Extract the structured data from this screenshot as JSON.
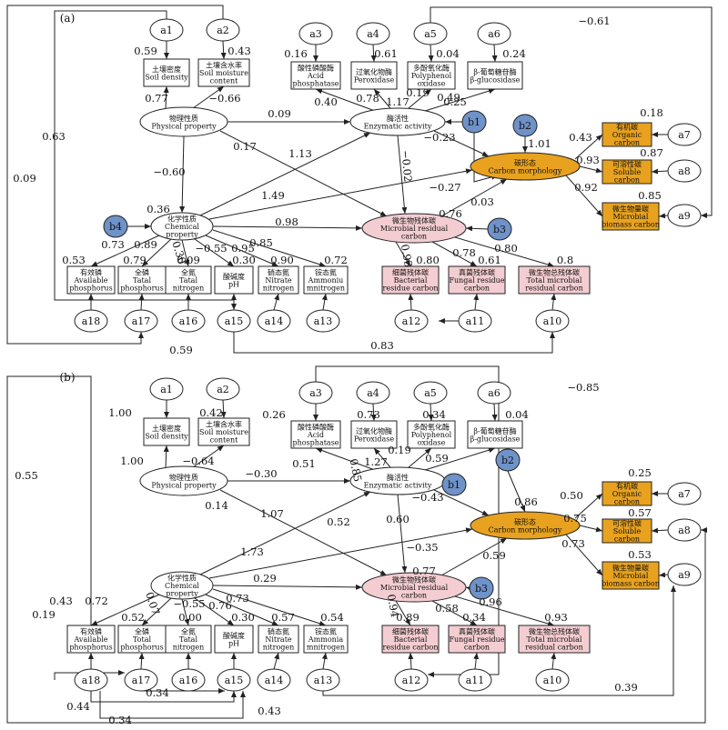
{
  "colors": {
    "line": "#222222",
    "latent_orange": "#e8a21f",
    "indicator_pink": "#f3cdd1",
    "disturbance_blue": "#6f92c9",
    "white": "#ffffff"
  },
  "panels": [
    {
      "label": "(a)",
      "errors": [
        {
          "id": "a1",
          "label": "a1"
        },
        {
          "id": "a2",
          "label": "a2"
        },
        {
          "id": "a3",
          "label": "a3"
        },
        {
          "id": "a4",
          "label": "a4"
        },
        {
          "id": "a5",
          "label": "a5"
        },
        {
          "id": "a6",
          "label": "a6"
        },
        {
          "id": "a7",
          "label": "a7"
        },
        {
          "id": "a8",
          "label": "a8"
        },
        {
          "id": "a9",
          "label": "a9"
        },
        {
          "id": "a10",
          "label": "a10"
        },
        {
          "id": "a11",
          "label": "a11"
        },
        {
          "id": "a12",
          "label": "a12"
        },
        {
          "id": "a13",
          "label": "a13"
        },
        {
          "id": "a14",
          "label": "a14"
        },
        {
          "id": "a15",
          "label": "a15"
        },
        {
          "id": "a16",
          "label": "a16"
        },
        {
          "id": "a17",
          "label": "a17"
        },
        {
          "id": "a18",
          "label": "a18"
        }
      ],
      "disturbances": [
        {
          "id": "b1",
          "label": "b1"
        },
        {
          "id": "b2",
          "label": "b2"
        },
        {
          "id": "b3",
          "label": "b3"
        },
        {
          "id": "b4",
          "label": "b4"
        }
      ],
      "latents": [
        {
          "id": "phys",
          "cn": "物理性质",
          "en": "Physical property",
          "en2": ""
        },
        {
          "id": "enz",
          "cn": "酶活性",
          "en": "Enzymatic activity",
          "en2": ""
        },
        {
          "id": "carb",
          "cn": "碳形态",
          "en": "Carbon morphology",
          "en2": ""
        },
        {
          "id": "chem",
          "cn": "化学性质",
          "en": "Chemical",
          "en2": "property"
        },
        {
          "id": "mrc",
          "cn": "微生物残体碳",
          "en": "Microbial residual",
          "en2": "carbon"
        }
      ],
      "indicators": [
        {
          "id": "sd",
          "cn": "土壤密度",
          "en": "Soil density",
          "en2": "",
          "r2": "0.59"
        },
        {
          "id": "smc",
          "cn": "土壤含水率",
          "en": "Soil moisture",
          "en2": "content",
          "r2": "0.43"
        },
        {
          "id": "acp",
          "cn": "酸性磷酸酶",
          "en": "Acid",
          "en2": "phosphatase",
          "r2": "0.16"
        },
        {
          "id": "per",
          "cn": "过氧化物酶",
          "en": "Peroxidase",
          "en2": "",
          "r2": "0.61"
        },
        {
          "id": "ppo",
          "cn": "多酚氧化酶",
          "en": "Polyphenol",
          "en2": "oxidase",
          "r2": "0.04"
        },
        {
          "id": "bg",
          "cn": "β-葡萄糖苷酶",
          "en": "β-glucosidase",
          "en2": "",
          "r2": "0.24"
        },
        {
          "id": "oc",
          "cn": "有机碳",
          "en": "Organic",
          "en2": "carbon",
          "r2": "0.18"
        },
        {
          "id": "sc",
          "cn": "可溶性碳",
          "en": "Soluble",
          "en2": "carbon",
          "r2": "0.87"
        },
        {
          "id": "mbc",
          "cn": "微生物量碳",
          "en": "Microbial",
          "en2": "biomass carbon",
          "r2": "0.85"
        },
        {
          "id": "ap",
          "cn": "有效磷",
          "en": "Available",
          "en2": "phosphorus",
          "r2": "0.53"
        },
        {
          "id": "tp",
          "cn": "全磷",
          "en": "Tatal",
          "en2": "phosphorus",
          "r2": "0.79"
        },
        {
          "id": "tn",
          "cn": "全氮",
          "en": "Tatal",
          "en2": "nitrogen",
          "r2": "0.09"
        },
        {
          "id": "ph",
          "cn": "酸碱度",
          "en": "pH",
          "en2": "",
          "r2": "0.30"
        },
        {
          "id": "nn",
          "cn": "硝态氮",
          "en": "Nitrate",
          "en2": "nitrogen",
          "r2": "0.90"
        },
        {
          "id": "an",
          "cn": "铵态氮",
          "en": "Ammoniu",
          "en2": "mnitrogen",
          "r2": "0.72"
        },
        {
          "id": "brc",
          "cn": "细菌残体碳",
          "en": "Bacterial",
          "en2": "residue carbon",
          "r2": "0.80"
        },
        {
          "id": "frc",
          "cn": "真菌残体碳",
          "en": "Fungal residue",
          "en2": "carbon",
          "r2": "0.61"
        },
        {
          "id": "tmrc",
          "cn": "微生物总残体碳",
          "en": "Total microbial",
          "en2": "residual carbon",
          "r2": "0.8"
        }
      ],
      "latent_r2": {
        "enz": "0.25",
        "carb": "1.01",
        "chem": "0.36",
        "mrc": "0.76"
      },
      "paths": [
        {
          "from": "phys",
          "to": "sd",
          "coef": "0.77"
        },
        {
          "from": "phys",
          "to": "smc",
          "coef": "−0.66"
        },
        {
          "from": "phys",
          "to": "enz",
          "coef": "0.09"
        },
        {
          "from": "phys",
          "to": "chem",
          "coef": "−0.60"
        },
        {
          "from": "phys",
          "to": "mrc",
          "coef": "0.17"
        },
        {
          "from": "enz",
          "to": "acp",
          "coef": "0.40"
        },
        {
          "from": "enz",
          "to": "per",
          "coef": "0.78"
        },
        {
          "from": "enz",
          "to": "ppo",
          "coef": "1.17"
        },
        {
          "from": "enz",
          "to": "bg",
          "coef": "0.49"
        },
        {
          "from": "enz",
          "to": "ppo_b",
          "coef": "0.19"
        },
        {
          "from": "enz",
          "to": "carb",
          "coef": "−0.23"
        },
        {
          "from": "enz",
          "to": "mrc",
          "coef": "−0.02"
        },
        {
          "from": "carb",
          "to": "oc",
          "coef": "0.43"
        },
        {
          "from": "carb",
          "to": "sc",
          "coef": "0.93"
        },
        {
          "from": "carb",
          "to": "mbc",
          "coef": "0.92"
        },
        {
          "from": "chem",
          "to": "enz",
          "coef": "1.13"
        },
        {
          "from": "chem",
          "to": "carb",
          "coef": "1.49"
        },
        {
          "from": "chem",
          "to": "mrc",
          "coef": "0.98"
        },
        {
          "from": "chem",
          "to": "ap",
          "coef": "0.73"
        },
        {
          "from": "chem",
          "to": "tp",
          "coef": "0.89"
        },
        {
          "from": "chem",
          "to": "tn",
          "coef": "0.30"
        },
        {
          "from": "chem",
          "to": "ph",
          "coef": "−0.55"
        },
        {
          "from": "chem",
          "to": "nn",
          "coef": "0.95"
        },
        {
          "from": "chem",
          "to": "an",
          "coef": "0.85"
        },
        {
          "from": "mrc",
          "to": "carb",
          "coef": "−0.27"
        },
        {
          "from": "mrc",
          "to": "brc",
          "coef": "0.93"
        },
        {
          "from": "mrc",
          "to": "frc",
          "coef": "0.78"
        },
        {
          "from": "mrc",
          "to": "tmrc",
          "coef": "0.80"
        },
        {
          "from": "b1",
          "to": "carb",
          "coef": "0.03"
        }
      ],
      "covariances": [
        {
          "a": "a1",
          "b": "a15",
          "coef": "0.63"
        },
        {
          "a": "a2",
          "b": "a15",
          "coef": "0.09"
        },
        {
          "a": "a5",
          "b": "a9",
          "coef": "−0.61"
        },
        {
          "a": "a15",
          "b": "a10",
          "coef": "0.83"
        },
        {
          "a": "a17",
          "b": "a10",
          "coef": "0.59"
        }
      ]
    },
    {
      "label": "(b)",
      "errors": [
        {
          "id": "a1",
          "label": "a1"
        },
        {
          "id": "a2",
          "label": "a2"
        },
        {
          "id": "a3",
          "label": "a3"
        },
        {
          "id": "a4",
          "label": "a4"
        },
        {
          "id": "a5",
          "label": "a5"
        },
        {
          "id": "a6",
          "label": "a6"
        },
        {
          "id": "a7",
          "label": "a7"
        },
        {
          "id": "a8",
          "label": "a8"
        },
        {
          "id": "a9",
          "label": "a9"
        },
        {
          "id": "a10",
          "label": "a10"
        },
        {
          "id": "a11",
          "label": "a11"
        },
        {
          "id": "a12",
          "label": "a12"
        },
        {
          "id": "a13",
          "label": "a13"
        },
        {
          "id": "a14",
          "label": "a14"
        },
        {
          "id": "a15",
          "label": "a15"
        },
        {
          "id": "a16",
          "label": "a16"
        },
        {
          "id": "a17",
          "label": "a17"
        },
        {
          "id": "a18",
          "label": "a18"
        }
      ],
      "disturbances": [
        {
          "id": "b1",
          "label": "b1"
        },
        {
          "id": "b2",
          "label": "b2"
        },
        {
          "id": "b3",
          "label": "b3"
        }
      ],
      "latents": [
        {
          "id": "phys",
          "cn": "物理性质",
          "en": "Physical property",
          "en2": ""
        },
        {
          "id": "enz",
          "cn": "酶活性",
          "en": "Enzymatic activity",
          "en2": ""
        },
        {
          "id": "carb",
          "cn": "碳形态",
          "en": "Carbon morphology",
          "en2": ""
        },
        {
          "id": "chem",
          "cn": "化学性质",
          "en": "Chemical",
          "en2": "property"
        },
        {
          "id": "mrc",
          "cn": "微生物残体碳",
          "en": "Microbial residual",
          "en2": "carbon"
        }
      ],
      "indicators": [
        {
          "id": "sd",
          "cn": "土壤密度",
          "en": "Soil density",
          "en2": "",
          "r2": "1.00"
        },
        {
          "id": "smc",
          "cn": "土壤含水率",
          "en": "Soil moisture",
          "en2": "content",
          "r2": "0.42"
        },
        {
          "id": "acp",
          "cn": "酸性磷酸酶",
          "en": "Acid",
          "en2": "phosphatase",
          "r2": "0.26"
        },
        {
          "id": "per",
          "cn": "过氧化物酶",
          "en": "Peroxidase",
          "en2": "",
          "r2": "0.73"
        },
        {
          "id": "ppo",
          "cn": "多酚氧化酶",
          "en": "Polyphenol",
          "en2": "oxidase",
          "r2": "0.34"
        },
        {
          "id": "bg",
          "cn": "β-葡萄糖苷酶",
          "en": "β-glucosidase",
          "en2": "",
          "r2": "0.04"
        },
        {
          "id": "oc",
          "cn": "有机碳",
          "en": "Organic",
          "en2": "carbon",
          "r2": "0.25"
        },
        {
          "id": "sc",
          "cn": "可溶性碳",
          "en": "Soluble",
          "en2": "carbon",
          "r2": "0.57"
        },
        {
          "id": "mbc",
          "cn": "微生物量碳",
          "en": "Microbial",
          "en2": "biomass carbon",
          "r2": "0.53"
        },
        {
          "id": "ap",
          "cn": "有效磷",
          "en": "Available",
          "en2": "phosphorus",
          "r2": "0.19"
        },
        {
          "id": "tp",
          "cn": "全磷",
          "en": "Total",
          "en2": "phosphorus",
          "r2": "0.52"
        },
        {
          "id": "tn",
          "cn": "全氮",
          "en": "Tatal",
          "en2": "nitrogen",
          "r2": "0.00"
        },
        {
          "id": "ph",
          "cn": "酸碱度",
          "en": "pH",
          "en2": "",
          "r2": "0.30"
        },
        {
          "id": "nn",
          "cn": "硝态氮",
          "en": "Nitrate",
          "en2": "nitrogen",
          "r2": "0.57"
        },
        {
          "id": "an",
          "cn": "铵态氮",
          "en": "Ammonia",
          "en2": "mnitrogen",
          "r2": "0.54"
        },
        {
          "id": "brc",
          "cn": "细菌残体碳",
          "en": "Bacterial",
          "en2": "residue carbon",
          "r2": "0.89"
        },
        {
          "id": "frc",
          "cn": "真菌残体碳",
          "en": "Fungal residue",
          "en2": "carbon",
          "r2": "0.34"
        },
        {
          "id": "tmrc",
          "cn": "微生物总残体碳",
          "en": "Total microbial",
          "en2": "residual carbon",
          "r2": "0.93"
        }
      ],
      "latent_r2": {
        "carb": "0.86",
        "mrc": "0.77"
      },
      "paths": [
        {
          "from": "phys",
          "to": "sd",
          "coef": "1.00"
        },
        {
          "from": "phys",
          "to": "smc",
          "coef": "−0.64"
        },
        {
          "from": "phys",
          "to": "enz",
          "coef": "−0.30"
        },
        {
          "from": "phys",
          "to": "mrc",
          "coef": "0.14"
        },
        {
          "from": "enz",
          "to": "acp",
          "coef": "0.51"
        },
        {
          "from": "enz",
          "to": "per",
          "coef": "0.85"
        },
        {
          "from": "enz",
          "to": "ppo",
          "coef": "1.27"
        },
        {
          "from": "enz",
          "to": "bg",
          "coef": "0.59"
        },
        {
          "from": "enz",
          "to": "ppo_b",
          "coef": "0.19"
        },
        {
          "from": "enz",
          "to": "carb",
          "coef": "−0.43"
        },
        {
          "from": "enz",
          "to": "mrc",
          "coef": "0.60"
        },
        {
          "from": "carb",
          "to": "oc",
          "coef": "0.50"
        },
        {
          "from": "carb",
          "to": "sc",
          "coef": "0.75"
        },
        {
          "from": "carb",
          "to": "mbc",
          "coef": "0.73"
        },
        {
          "from": "chem",
          "to": "enz",
          "coef": "1.07"
        },
        {
          "from": "chem",
          "to": "carb",
          "coef": "1.73"
        },
        {
          "from": "chem",
          "to": "mrc",
          "coef": "0.29"
        },
        {
          "from": "chem",
          "to": "ap",
          "coef": "0.43"
        },
        {
          "from": "chem",
          "to": "tp",
          "coef": "0.72"
        },
        {
          "from": "chem",
          "to": "tn",
          "coef": "0.07"
        },
        {
          "from": "chem",
          "to": "ph",
          "coef": "−0.55"
        },
        {
          "from": "chem",
          "to": "nn",
          "coef": "0.76"
        },
        {
          "from": "chem",
          "to": "an",
          "coef": "0.73"
        },
        {
          "from": "mrc",
          "to": "carb",
          "coef": "−0.35"
        },
        {
          "from": "mrc",
          "to": "brc",
          "coef": "0.94"
        },
        {
          "from": "mrc",
          "to": "frc",
          "coef": "0.58"
        },
        {
          "from": "mrc",
          "to": "tmrc",
          "coef": "0.96"
        },
        {
          "from": "b1",
          "to": "carb",
          "coef": "0.59"
        },
        {
          "from": "phys",
          "to": "mrc_b",
          "coef": "0.52"
        }
      ],
      "covariances": [
        {
          "a": "a18",
          "b": "a8",
          "coef": "0.55"
        },
        {
          "a": "a3",
          "b": "a11",
          "coef": "−0.85"
        },
        {
          "a": "a13",
          "b": "a9",
          "coef": "0.39"
        },
        {
          "a": "a18",
          "b": "a15",
          "coef": "0.44"
        },
        {
          "a": "a17",
          "b": "a15",
          "coef": "0.34"
        },
        {
          "a": "a18",
          "b": "a15b",
          "coef": "0.34"
        },
        {
          "a": "a18",
          "b": "a9b",
          "coef": "0.43"
        }
      ]
    }
  ]
}
